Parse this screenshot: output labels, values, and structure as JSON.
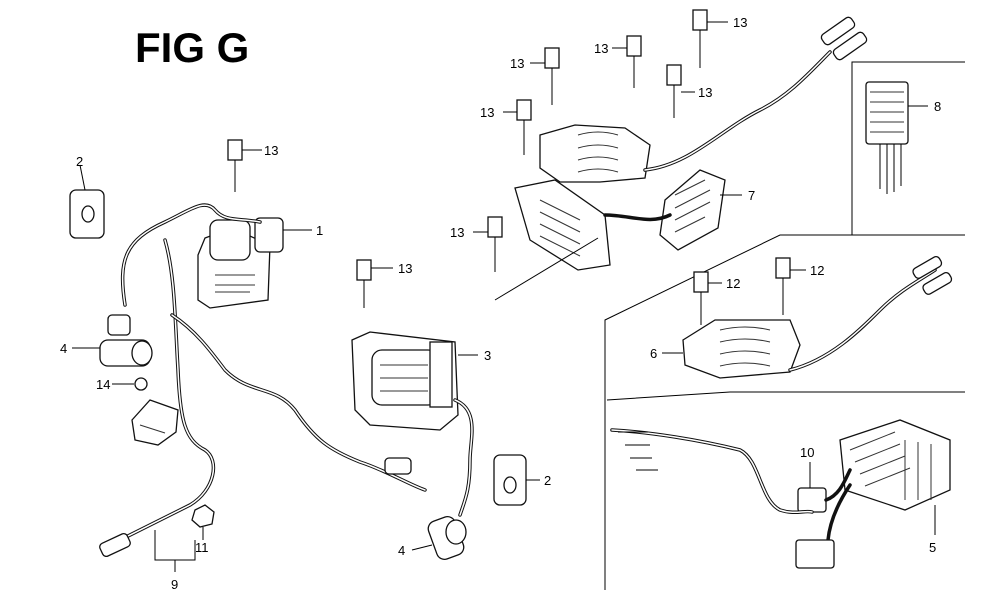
{
  "figure": {
    "title": "FIG G"
  },
  "callouts": {
    "c_13_a": "13",
    "c_13_b": "13",
    "c_13_c": "13",
    "c_13_d": "13",
    "c_13_e": "13",
    "c_13_f": "13",
    "c_13_g": "13",
    "c_13_h": "13",
    "c_1": "1",
    "c_2_a": "2",
    "c_2_b": "2",
    "c_3": "3",
    "c_4_a": "4",
    "c_4_b": "4",
    "c_5": "5",
    "c_6": "6",
    "c_7": "7",
    "c_8": "8",
    "c_9": "9",
    "c_10": "10",
    "c_11": "11",
    "c_12_a": "12",
    "c_12_b": "12",
    "c_14": "14"
  }
}
